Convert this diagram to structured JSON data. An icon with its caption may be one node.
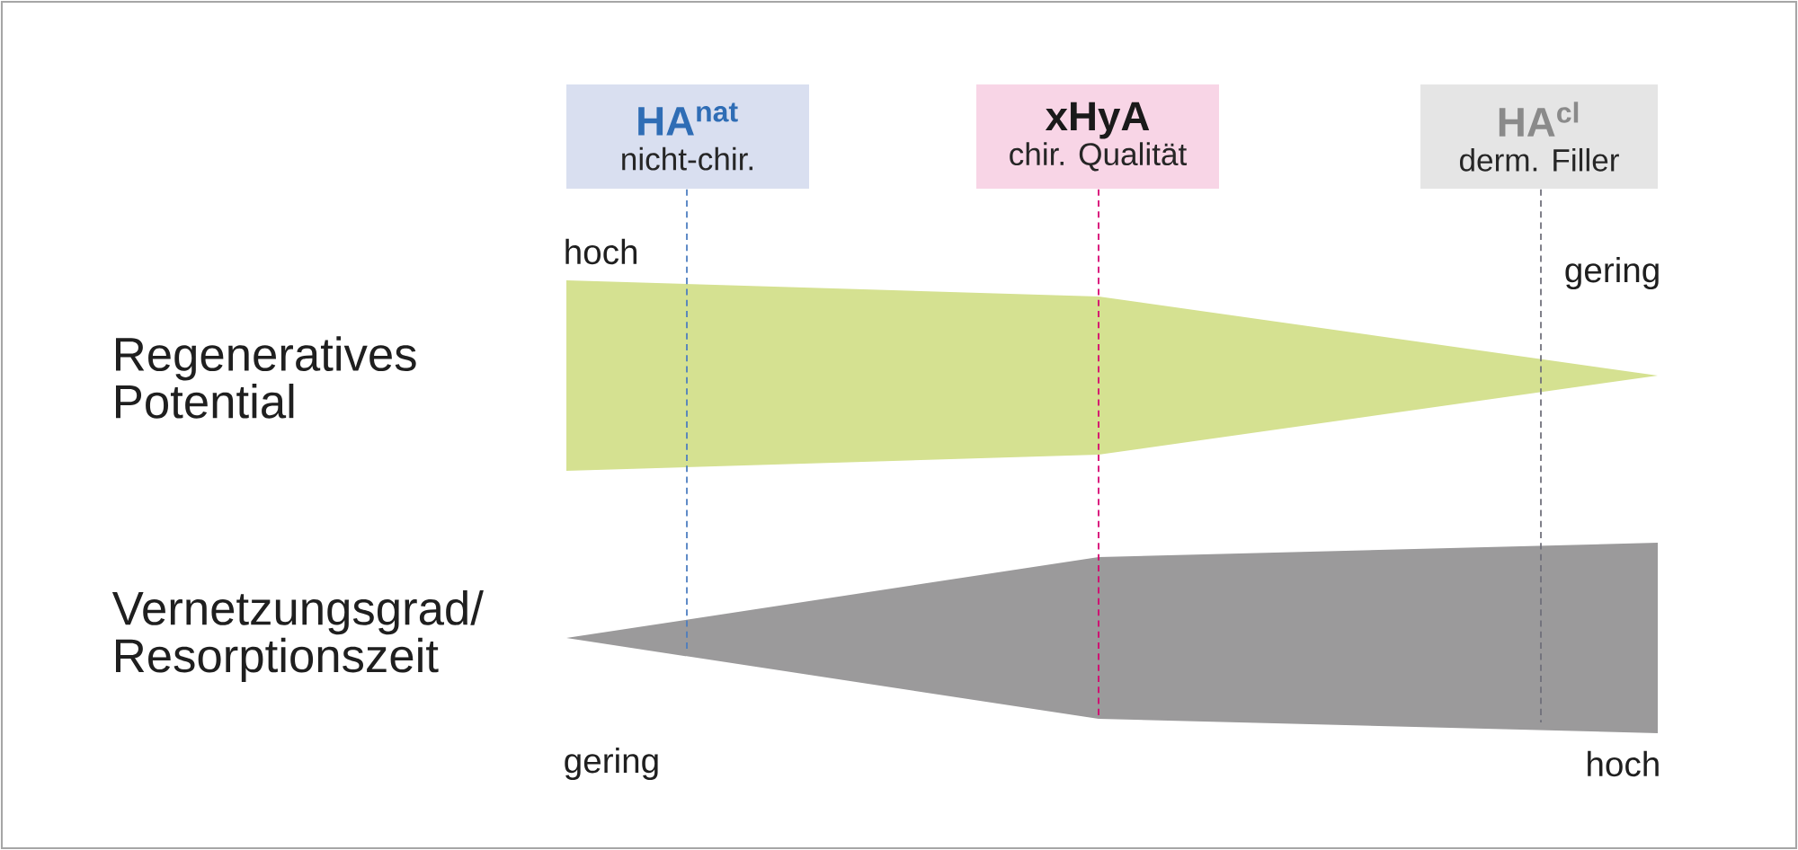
{
  "diagram": {
    "nodes": [
      {
        "text": [
          "HA$^{nat}$",
          "nicht-chir."
        ]
      },
      {
        "text": [
          "xHyA",
          "chir. Qualität"
        ]
      },
      {
        "text": [
          "HA$^{cl}$",
          "derm. Filler"
        ]
      }
    ],
    "edges": [
      {
        "from": 0,
        "to": null,
        "arrow": "none",
        "style": "dashed",
        "color": "#4a7cc0"
      },
      {
        "from": 1,
        "to": null,
        "arrow": "none",
        "style": "dashed",
        "color": "#d6006e"
      },
      {
        "from": 2,
        "to": null,
        "arrow": "none",
        "style": "dashed",
        "color": "#6f6f7a"
      }
    ],
    "labels": [
      "hoch",
      "gering",
      "Regeneratives Potential",
      "Vernetzungsgrad/ Resorptionszeit",
      "gering",
      "hoch"
    ]
  }
}
